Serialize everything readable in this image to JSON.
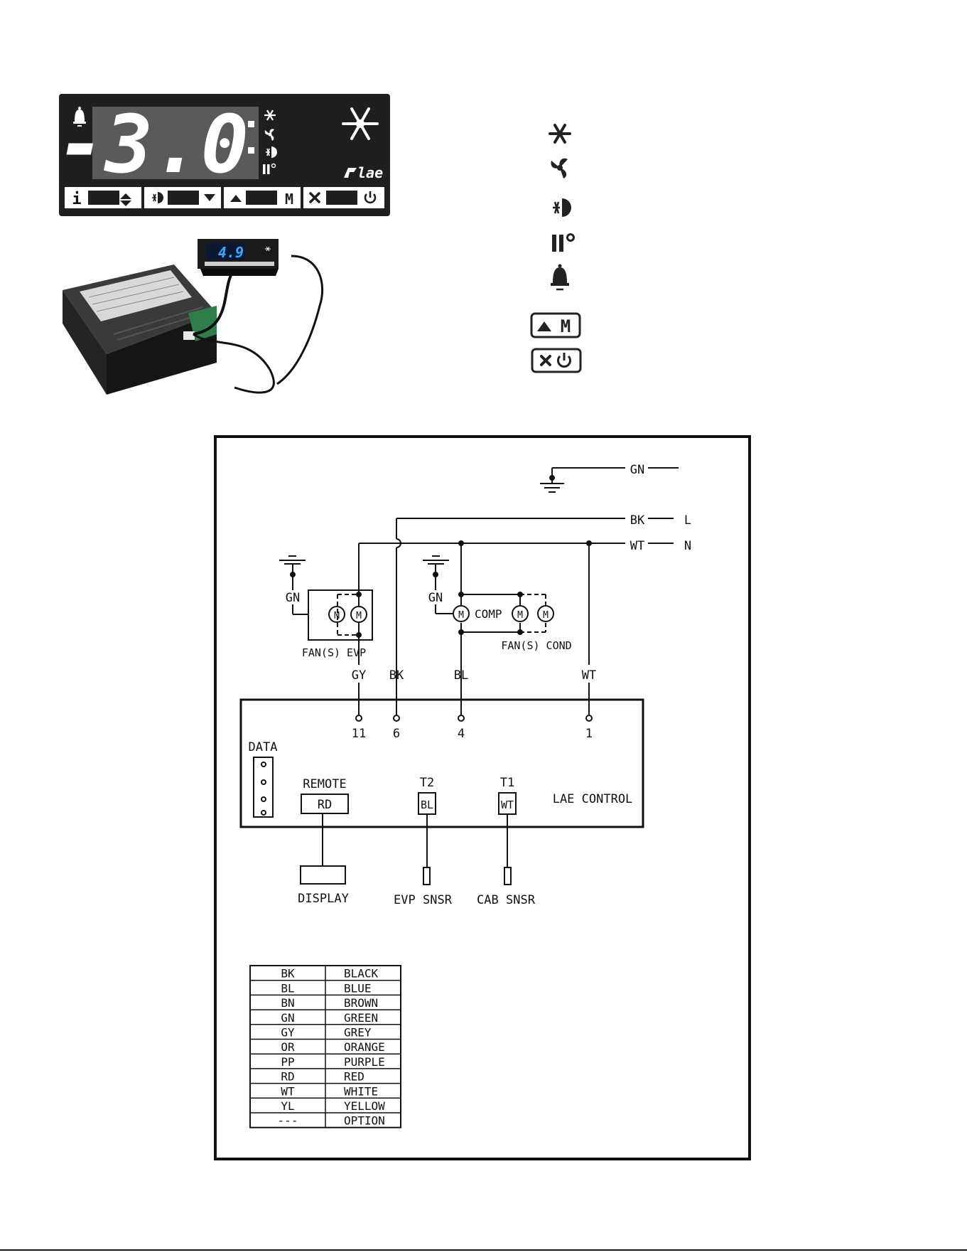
{
  "panel": {
    "display_value": "-3.0",
    "brand": "lae",
    "buttons": [
      "i",
      "",
      "M",
      ""
    ]
  },
  "device": {
    "display_value": "4.9"
  },
  "icons": [
    "snowflake-icon",
    "fan-icon",
    "defrost-icon",
    "pause-degree-icon",
    "alarm-bell-icon",
    "up-m-button-icon",
    "stop-power-button-icon"
  ],
  "schematic": {
    "wires": {
      "gn_top": "GN",
      "bk_right": "BK",
      "wt_right": "WT",
      "l": "L",
      "n": "N",
      "gn_evp": "GN",
      "gn_comp": "GN",
      "gy": "GY",
      "bk": "BK",
      "bl": "BL",
      "wt": "WT"
    },
    "motor": "M",
    "comp": "COMP",
    "fans_evp": "FAN(S) EVP",
    "fans_cond": "FAN(S) COND",
    "terminals": [
      "11",
      "6",
      "4",
      "1"
    ],
    "data": "DATA",
    "remote": "REMOTE",
    "rd": "RD",
    "t2": "T2",
    "t2_box": "BL",
    "t1": "T1",
    "t1_box": "WT",
    "control": "LAE CONTROL",
    "display": "DISPLAY",
    "evp_snsr": "EVP SNSR",
    "cab_snsr": "CAB SNSR"
  },
  "legend": [
    [
      "BK",
      "BLACK"
    ],
    [
      "BL",
      "BLUE"
    ],
    [
      "BN",
      "BROWN"
    ],
    [
      "GN",
      "GREEN"
    ],
    [
      "GY",
      "GREY"
    ],
    [
      "OR",
      "ORANGE"
    ],
    [
      "PP",
      "PURPLE"
    ],
    [
      "RD",
      "RED"
    ],
    [
      "WT",
      "WHITE"
    ],
    [
      "YL",
      "YELLOW"
    ],
    [
      "---",
      "OPTION"
    ]
  ]
}
